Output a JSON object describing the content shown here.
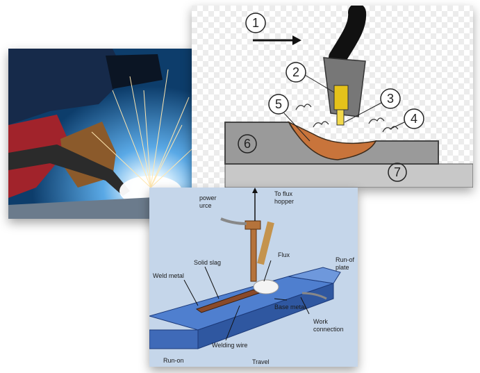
{
  "gmaw_diagram": {
    "callouts": [
      "1",
      "2",
      "3",
      "4",
      "5",
      "6",
      "7"
    ]
  },
  "saw_diagram": {
    "labels": {
      "to_flux_hopper": [
        "To flux",
        "hopper"
      ],
      "to_power_source": [
        "power",
        "urce"
      ],
      "flux": "Flux",
      "run_off_plate": [
        "Run-of",
        "plate"
      ],
      "solid_slag": "Solid slag",
      "weld_metal": "Weld metal",
      "base_metal": "Base metal",
      "work_connection": [
        "Work",
        "connection"
      ],
      "welding_wire": "Welding wire",
      "run_on": "Run-on",
      "travel": "Travel"
    }
  }
}
